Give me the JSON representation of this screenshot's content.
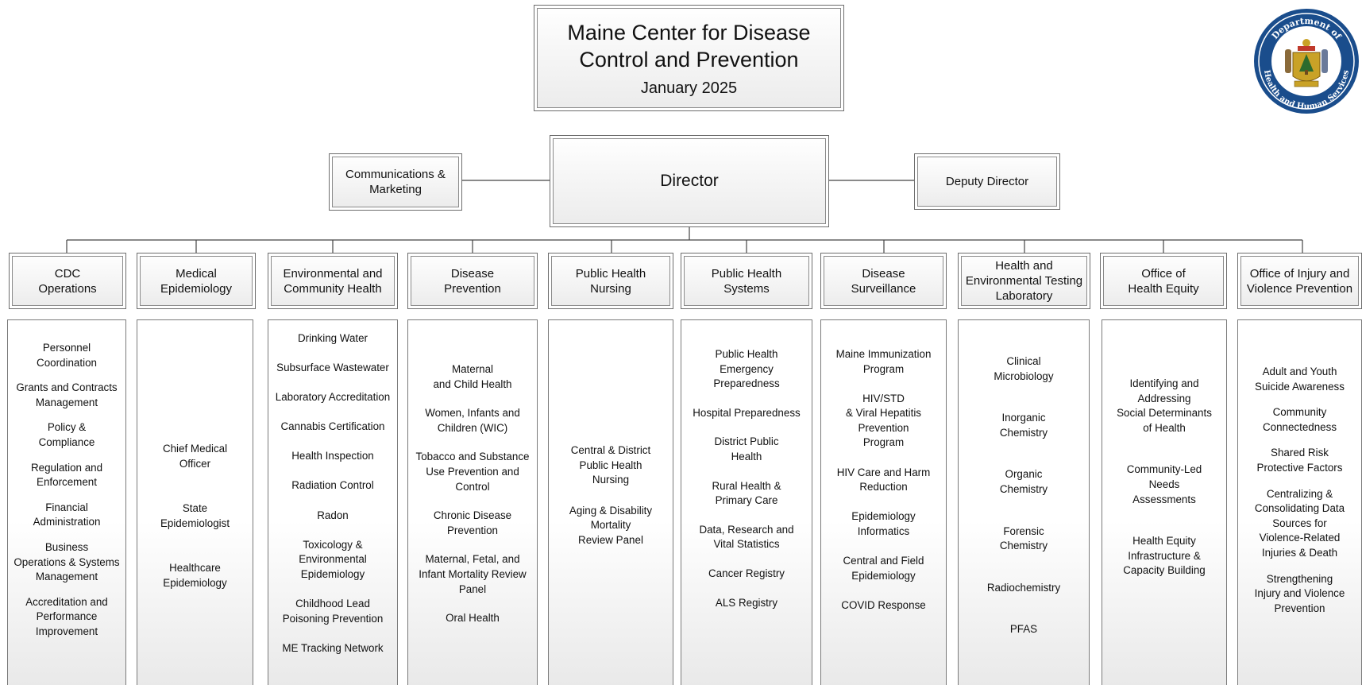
{
  "title": {
    "line1": "Maine Center for Disease\nControl and Prevention",
    "date": "January 2025"
  },
  "seal": {
    "text_top": "Department of",
    "text_bottom": "Health and Human Services",
    "colors": {
      "ring": "#1a4d8c",
      "gold": "#c9a227"
    }
  },
  "director": {
    "label": "Director",
    "left_unit": "Communications &\nMarketing",
    "right_unit": "Deputy Director"
  },
  "colors": {
    "line": "#444444",
    "border": "#6d6d6d",
    "fill_bottom": "#ebebeb"
  },
  "divisions": [
    {
      "name": "CDC\nOperations",
      "items": [
        "Personnel\nCoordination",
        "Grants and Contracts\nManagement",
        "Policy &\nCompliance",
        "Regulation and\nEnforcement",
        "Financial\nAdministration",
        "Business\nOperations & Systems\nManagement",
        "Accreditation and\nPerformance\nImprovement"
      ]
    },
    {
      "name": "Medical\nEpidemiology",
      "items": [
        "Chief Medical\nOfficer",
        "State\nEpidemiologist",
        "Healthcare\nEpidemiology"
      ]
    },
    {
      "name": "Environmental and\nCommunity Health",
      "items": [
        "Drinking Water",
        "Subsurface Wastewater",
        "Laboratory Accreditation",
        "Cannabis Certification",
        "Health Inspection",
        "Radiation Control",
        "Radon",
        "Toxicology &\nEnvironmental\nEpidemiology",
        "Childhood Lead\nPoisoning Prevention",
        "ME Tracking Network"
      ]
    },
    {
      "name": "Disease\nPrevention",
      "items": [
        "Maternal\nand Child Health",
        "Women, Infants and\nChildren (WIC)",
        "Tobacco and Substance\nUse Prevention and\nControl",
        "Chronic Disease\nPrevention",
        "Maternal, Fetal, and\nInfant Mortality Review\nPanel",
        "Oral Health"
      ]
    },
    {
      "name": "Public Health\nNursing",
      "items": [
        "Central & District\nPublic Health\nNursing",
        "Aging & Disability\nMortality\nReview Panel"
      ]
    },
    {
      "name": "Public Health\nSystems",
      "items": [
        "Public Health\nEmergency\nPreparedness",
        "Hospital Preparedness",
        "District Public\nHealth",
        "Rural Health &\nPrimary Care",
        "Data, Research and\nVital Statistics",
        "Cancer Registry",
        "ALS Registry"
      ]
    },
    {
      "name": "Disease\nSurveillance",
      "items": [
        "Maine Immunization\nProgram",
        "HIV/STD\n& Viral Hepatitis\nPrevention\nProgram",
        "HIV Care and Harm\nReduction",
        "Epidemiology\nInformatics",
        "Central and Field\nEpidemiology",
        "COVID Response"
      ]
    },
    {
      "name": "Health and\nEnvironmental Testing\nLaboratory",
      "items": [
        "Clinical\nMicrobiology",
        "Inorganic\nChemistry",
        "Organic\nChemistry",
        "Forensic\nChemistry",
        "Radiochemistry",
        "PFAS"
      ]
    },
    {
      "name": "Office of\nHealth Equity",
      "items": [
        "Identifying and\nAddressing\nSocial Determinants\nof Health",
        "Community-Led\nNeeds\nAssessments",
        "Health Equity\nInfrastructure &\nCapacity Building"
      ]
    },
    {
      "name": "Office of Injury and\nViolence Prevention",
      "items": [
        "Adult and Youth\nSuicide Awareness",
        "Community\nConnectedness",
        "Shared Risk\nProtective Factors",
        "Centralizing &\nConsolidating Data\nSources for\nViolence-Related\nInjuries & Death",
        "Strengthening\nInjury and Violence\nPrevention"
      ]
    }
  ]
}
